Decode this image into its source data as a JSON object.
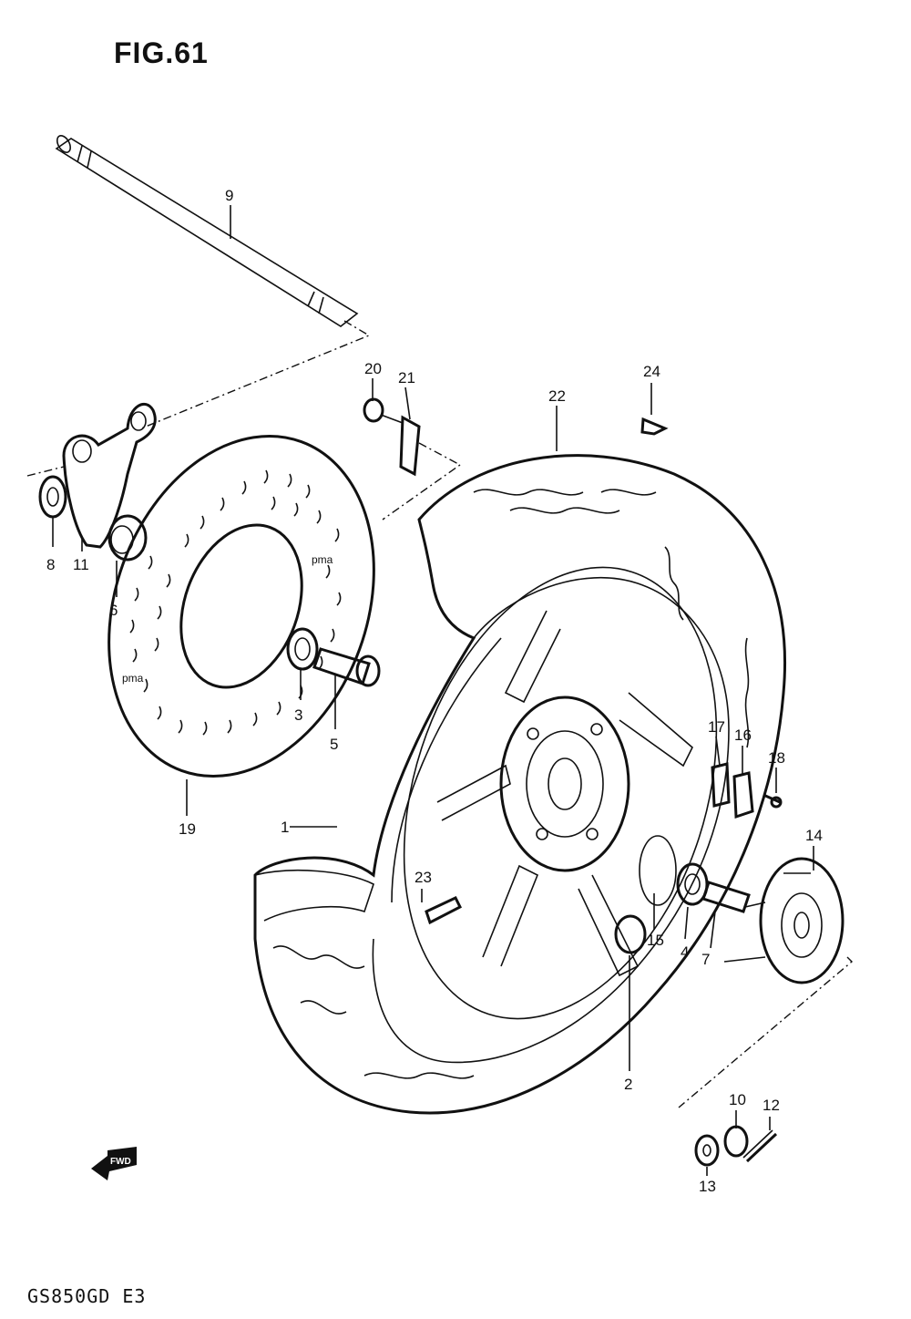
{
  "figure": {
    "title": "FIG.61",
    "model_code": "GS850GD  E3",
    "fwd_marker": "FWD"
  },
  "callouts": [
    {
      "id": "c1",
      "label": "1"
    },
    {
      "id": "c2",
      "label": "2"
    },
    {
      "id": "c3",
      "label": "3"
    },
    {
      "id": "c4",
      "label": "4"
    },
    {
      "id": "c5",
      "label": "5"
    },
    {
      "id": "c6",
      "label": "6"
    },
    {
      "id": "c7",
      "label": "7"
    },
    {
      "id": "c8",
      "label": "8"
    },
    {
      "id": "c9",
      "label": "9"
    },
    {
      "id": "c10",
      "label": "10"
    },
    {
      "id": "c11",
      "label": "11"
    },
    {
      "id": "c12",
      "label": "12"
    },
    {
      "id": "c13",
      "label": "13"
    },
    {
      "id": "c14",
      "label": "14"
    },
    {
      "id": "c15",
      "label": "15"
    },
    {
      "id": "c16",
      "label": "16"
    },
    {
      "id": "c17",
      "label": "17"
    },
    {
      "id": "c18",
      "label": "18"
    },
    {
      "id": "c19",
      "label": "19"
    },
    {
      "id": "c20",
      "label": "20"
    },
    {
      "id": "c21",
      "label": "21"
    },
    {
      "id": "c22",
      "label": "22"
    },
    {
      "id": "c23",
      "label": "23"
    },
    {
      "id": "c24",
      "label": "24"
    }
  ]
}
